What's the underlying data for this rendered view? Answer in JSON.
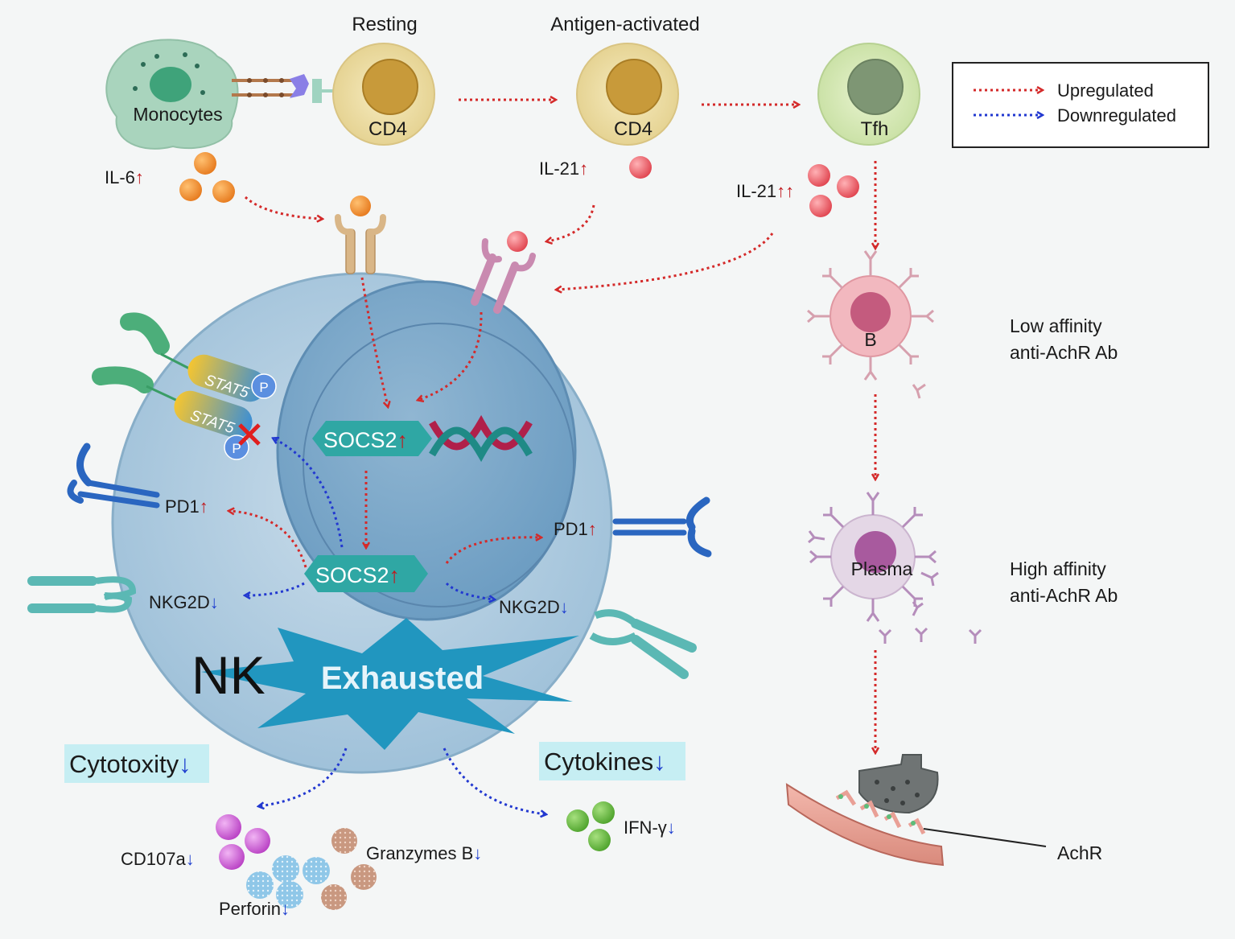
{
  "header": {
    "resting": "Resting",
    "activated": "Antigen-activated"
  },
  "cells": {
    "monocytes": "Monocytes",
    "cd4_resting": "CD4",
    "cd4_activated": "CD4",
    "tfh": "Tfh",
    "b_cell": "B",
    "plasma": "Plasma",
    "nk": "NK",
    "exhausted": "Exhausted"
  },
  "cytokines": {
    "il6": "IL-6",
    "il21": "IL-21",
    "il21_tfh": "IL-21"
  },
  "arrows": {
    "up": "↑",
    "up2": "↑↑",
    "down": "↓"
  },
  "nucleus": {
    "socs2_top": "SOCS2",
    "socs2_bottom": "SOCS2",
    "stat5_a": "STAT5",
    "stat5_b": "STAT5",
    "phospho": "P"
  },
  "receptors": {
    "pd1_left": "PD1",
    "pd1_right": "PD1",
    "nkg2d_left": "NKG2D",
    "nkg2d_right": "NKG2D"
  },
  "outputs": {
    "cytotoxicity": "Cytotoxity",
    "cytokines": "Cytokines",
    "cd107a": "CD107a",
    "perforin": "Perforin",
    "granzymes": "Granzymes B",
    "ifng": "IFN-γ"
  },
  "antibodies": {
    "low_line1": "Low affinity",
    "low_line2": "anti-AchR Ab",
    "high_line1": "High affinity",
    "high_line2": "anti-AchR Ab",
    "achr": "AchR"
  },
  "legend": {
    "upregulated": "Upregulated",
    "downregulated": "Downregulated"
  },
  "colors": {
    "up_arrow": "#d42a2a",
    "down_arrow": "#2238d0",
    "nk_cell": "#a9c9de",
    "nucleus": "#7fa9c9",
    "socs2": "#2fa7a4",
    "exhausted_star": "#2196bf",
    "highlight_box": "#c6eef3"
  }
}
